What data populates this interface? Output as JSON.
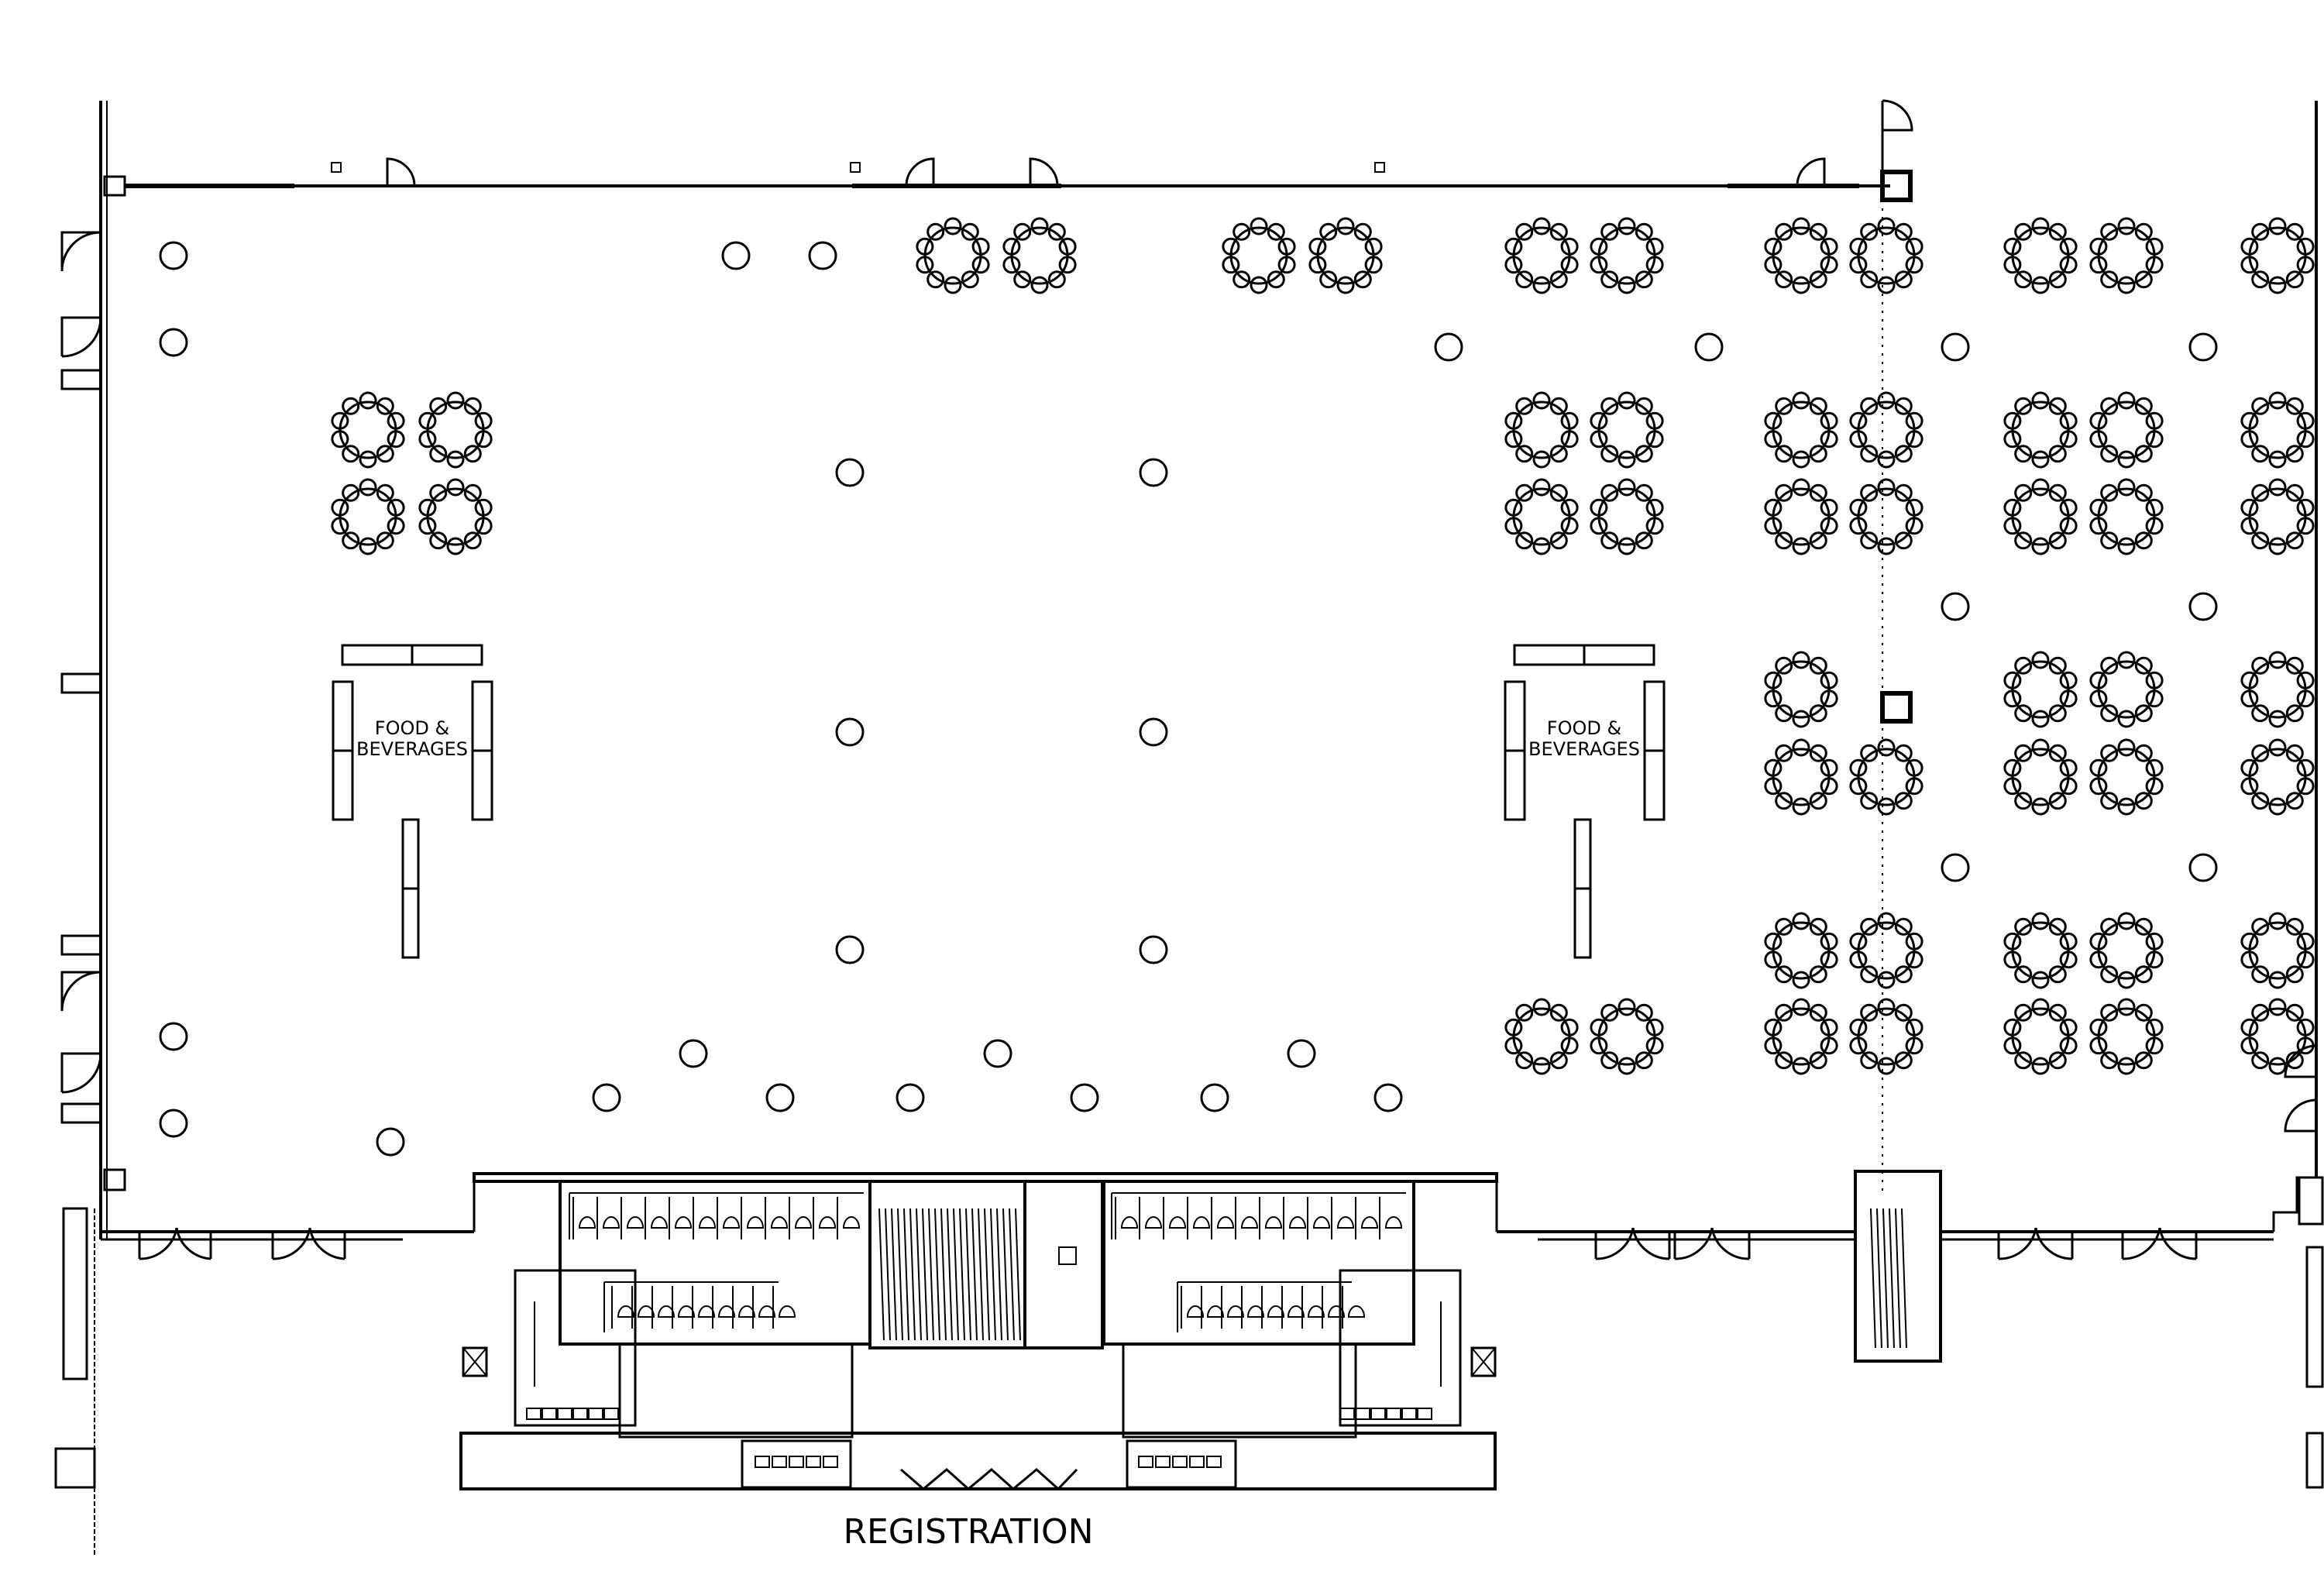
{
  "labels": {
    "food_beverages_left_line1": "FOOD  &",
    "food_beverages_left_line2": "BEVERAGES",
    "food_beverages_right_line1": "FOOD  &",
    "food_beverages_right_line2": "BEVERAGES",
    "registration": "REGISTRATION"
  },
  "colors": {
    "line": "#000000",
    "background": "#ffffff"
  }
}
